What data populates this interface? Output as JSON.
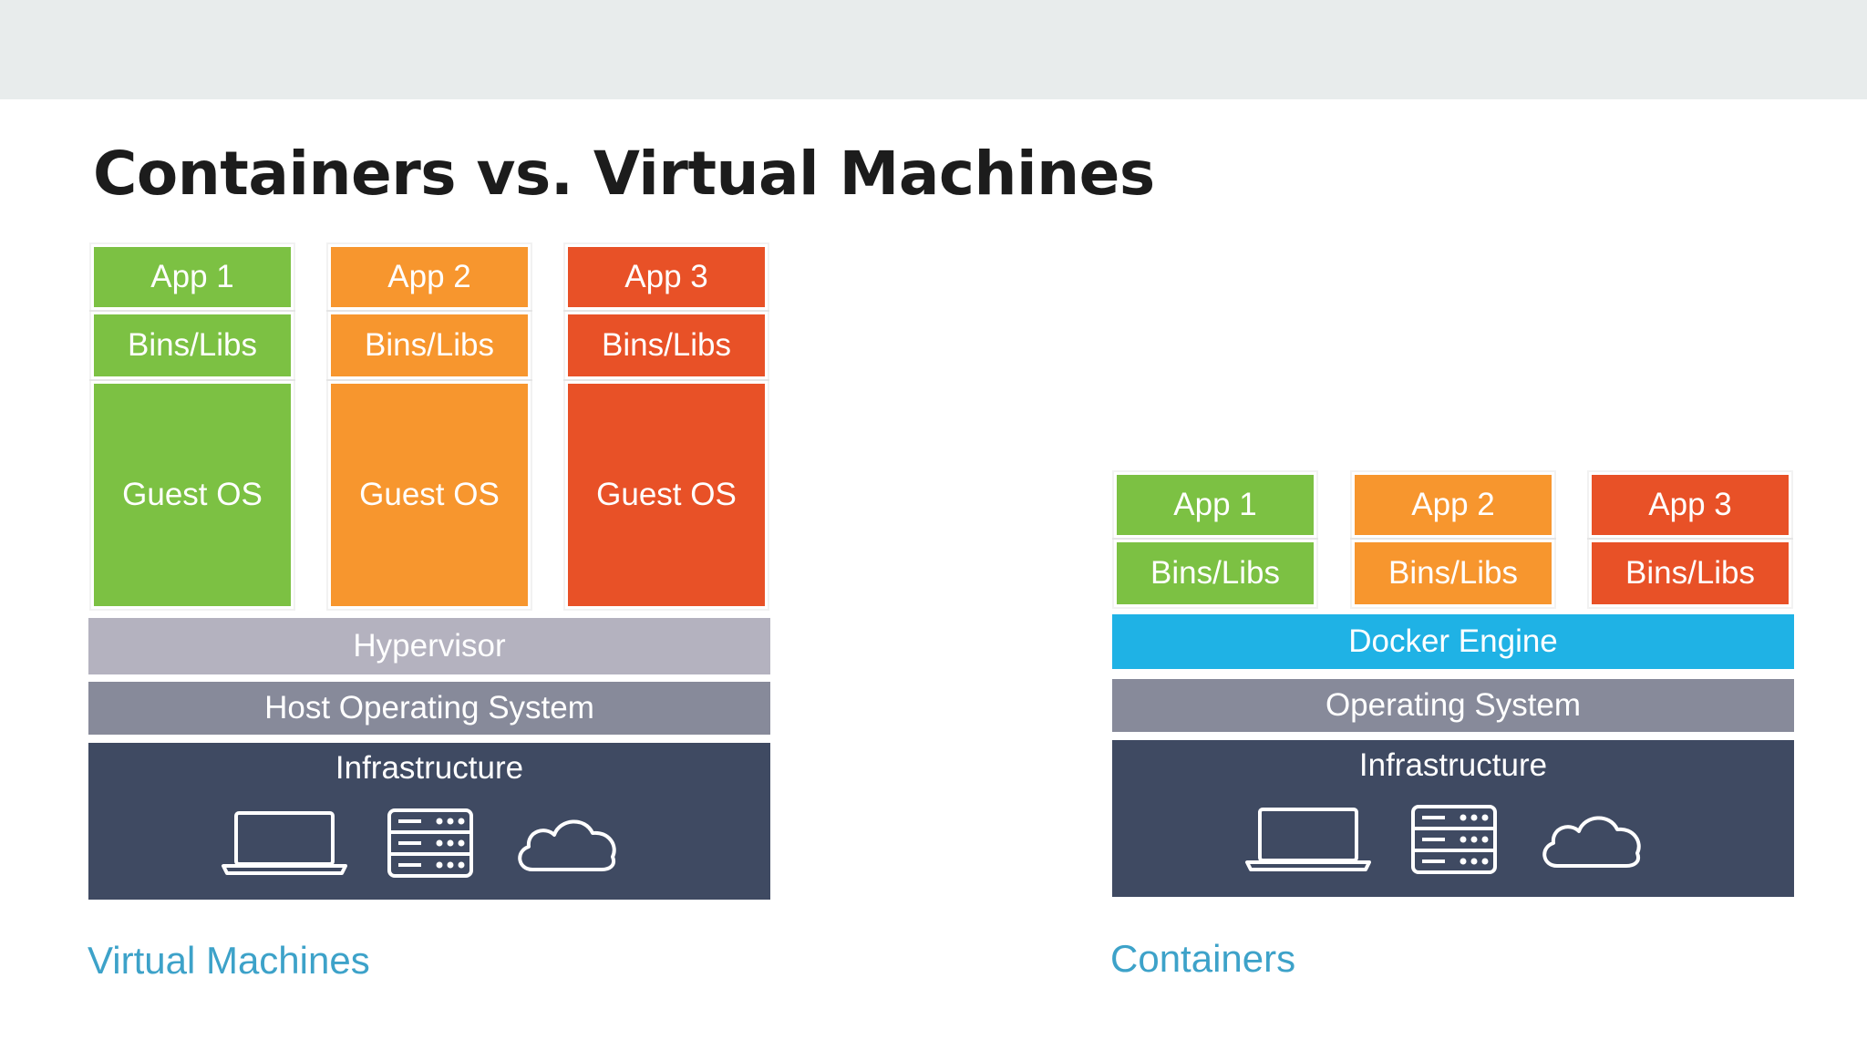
{
  "slide": {
    "title": "Containers vs. Virtual Machines"
  },
  "vm": {
    "apps": [
      {
        "app": "App 1",
        "libs": "Bins/Libs",
        "os": "Guest OS"
      },
      {
        "app": "App 2",
        "libs": "Bins/Libs",
        "os": "Guest OS"
      },
      {
        "app": "App 3",
        "libs": "Bins/Libs",
        "os": "Guest OS"
      }
    ],
    "hypervisor": "Hypervisor",
    "host_os": "Host Operating System",
    "infrastructure": "Infrastructure",
    "caption": "Virtual Machines"
  },
  "containers": {
    "apps": [
      {
        "app": "App 1",
        "libs": "Bins/Libs"
      },
      {
        "app": "App 2",
        "libs": "Bins/Libs"
      },
      {
        "app": "App 3",
        "libs": "Bins/Libs"
      }
    ],
    "engine": "Docker Engine",
    "os": "Operating System",
    "infrastructure": "Infrastructure",
    "caption": "Containers"
  },
  "icons": [
    "laptop-icon",
    "server-icon",
    "cloud-icon"
  ],
  "colors": {
    "app1": "#7cc143",
    "app2": "#f7962e",
    "app3": "#e85127",
    "hypervisor": "#b4b2bf",
    "os": "#878a9a",
    "docker": "#1fb2e5",
    "infrastructure": "#3f4a62",
    "caption": "#3da2c9"
  }
}
